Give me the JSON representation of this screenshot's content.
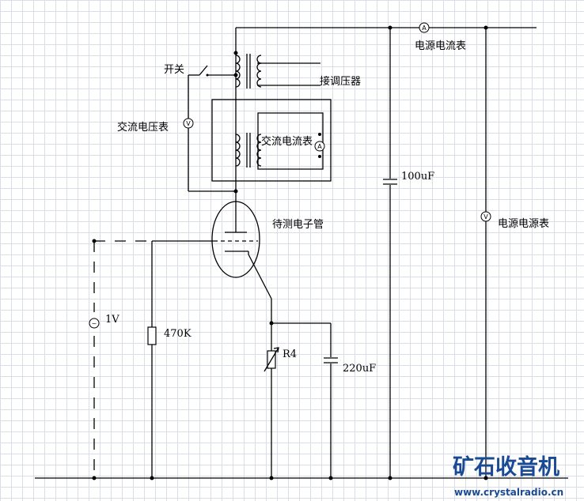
{
  "labels": {
    "switch": "开关",
    "transformer": "接调压器",
    "ac_voltmeter": "交流电压表",
    "ac_ammeter": "交流电流表",
    "tube": "待测电子管",
    "supply_ammeter": "电源电流表",
    "supply_voltmeter": "电源电源表",
    "cap_supply": "100uF",
    "cap_cathode": "220uF",
    "grid_resistor": "470K",
    "rheostat": "R4",
    "signal_source": "1V"
  },
  "meter_symbols": {
    "ammeter": "A",
    "voltmeter": "V",
    "ac_source": "~"
  },
  "watermark": {
    "title": "矿石收音机",
    "url": "www.crystalradio.cn"
  }
}
